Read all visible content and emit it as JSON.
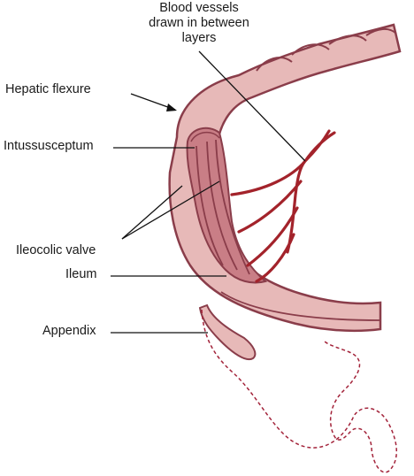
{
  "labels": {
    "blood_vessels_1": "Blood vessels",
    "blood_vessels_2": "drawn in between",
    "blood_vessels_3": "layers",
    "hepatic_flexure": "Hepatic flexure",
    "intussusceptum": "Intussusceptum",
    "ileocolic_valve": "Ileocolic valve",
    "ileum": "Ileum",
    "appendix": "Appendix"
  },
  "colors": {
    "bowel_fill": "#e7b9b8",
    "bowel_outline": "#8a3d4a",
    "inner_fill": "#c97e86",
    "vessel": "#a3232b",
    "leader": "#111111",
    "dashed_bowel": "#a3233a"
  }
}
